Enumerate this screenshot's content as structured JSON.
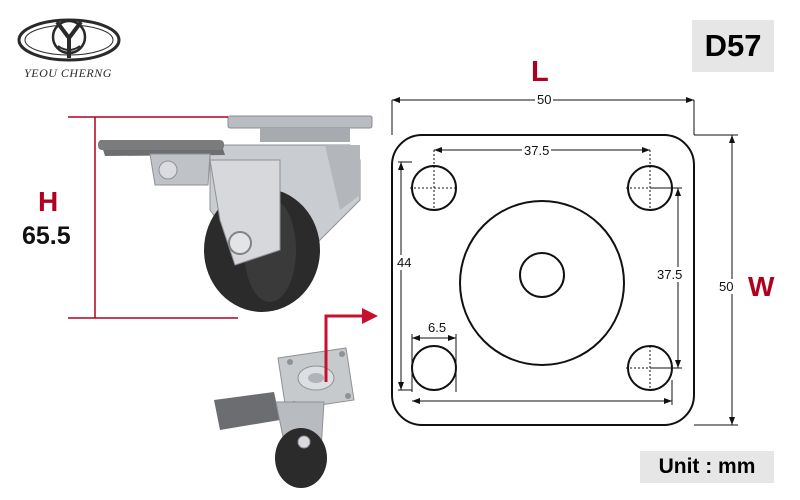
{
  "brand": {
    "name": "YEOU CHERNG"
  },
  "model": "D57",
  "unit_label": "Unit : mm",
  "height": {
    "letter": "H",
    "value": "65.5"
  },
  "length": {
    "letter": "L"
  },
  "width": {
    "letter": "W"
  },
  "dimensions": {
    "overall_length": "50",
    "overall_width": "50",
    "hole_spacing_horizontal": "37.5",
    "hole_spacing_vertical": "37.5",
    "inner_height": "44",
    "hole_offset": "6.5"
  },
  "colors": {
    "accent": "#b00020",
    "label_bg": "#e6e6e6",
    "line": "#111111"
  }
}
